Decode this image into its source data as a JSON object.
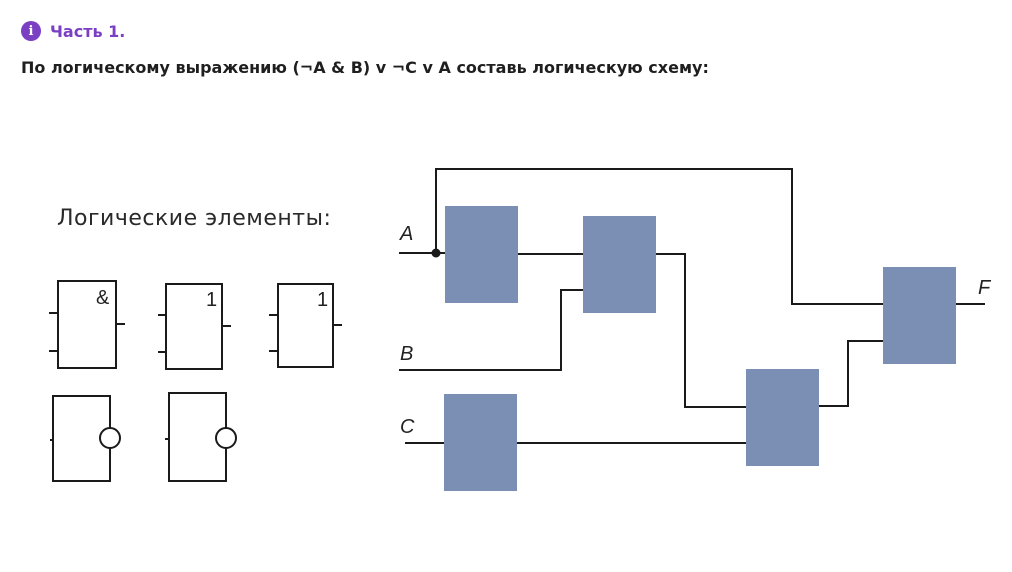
{
  "header": {
    "icon": "info-icon",
    "part_title": "Часть 1.",
    "task_text": "По логическому выражению (¬A & B) v ¬C v A составь логическую схему:"
  },
  "legend": {
    "title": "Логические элементы:",
    "elements": [
      {
        "type": "AND",
        "symbol": "&"
      },
      {
        "type": "OR",
        "symbol": "1"
      },
      {
        "type": "OR",
        "symbol": "1"
      },
      {
        "type": "NOT",
        "symbol": ""
      },
      {
        "type": "NOT",
        "symbol": ""
      }
    ]
  },
  "circuit": {
    "inputs": [
      "A",
      "B",
      "C"
    ],
    "output": "F",
    "blocks": [
      {
        "id": "block-1",
        "role": "empty-slot"
      },
      {
        "id": "block-2",
        "role": "empty-slot"
      },
      {
        "id": "block-3",
        "role": "empty-slot"
      },
      {
        "id": "block-4",
        "role": "empty-slot"
      },
      {
        "id": "block-5",
        "role": "empty-slot"
      }
    ],
    "block_color": "#7b8fb4"
  }
}
